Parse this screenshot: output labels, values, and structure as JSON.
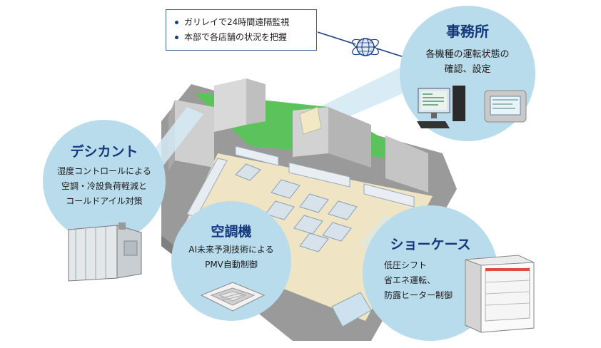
{
  "monitoring": {
    "items": [
      "ガリレイで24時間遠隔監視",
      "本部で各店舗の状況を把握"
    ]
  },
  "bubbles": {
    "office": {
      "title": "事務所",
      "lines": [
        "各機種の運転状態の",
        "確認、設定"
      ]
    },
    "desiccant": {
      "title": "デシカント",
      "lines": [
        "湿度コントロールによる",
        "空調・冷設負荷軽減と",
        "コールドアイル対策"
      ]
    },
    "aircon": {
      "title": "空調機",
      "lines": [
        "AI未来予測技術による",
        "PMV自動制御"
      ]
    },
    "showcase": {
      "title": "ショーケース",
      "lines": [
        "低圧シフト",
        "省エネ運転、",
        "防露ヒーター制御"
      ]
    }
  },
  "icons": [
    "globe-network-icon",
    "desktop-pc-icon",
    "control-panel-icon",
    "desiccant-unit-icon",
    "ceiling-cassette-ac-icon",
    "refrigerated-showcase-icon"
  ],
  "colors": {
    "bubble": "#b9dcec",
    "title": "#13397a",
    "floor": "#efe4c4",
    "green": "#5cc35c"
  }
}
